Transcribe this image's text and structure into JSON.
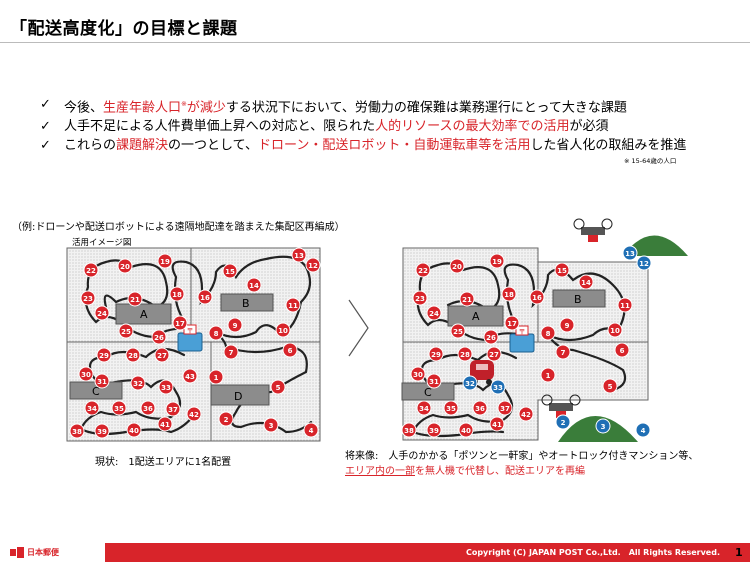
{
  "title": "「配送高度化」の目標と課題",
  "bullets": [
    {
      "check": "✓",
      "parts": [
        {
          "t": "今後、",
          "red": false
        },
        {
          "t": "生産年齢人口",
          "red": true
        },
        {
          "t": "※",
          "red": true,
          "sup": true
        },
        {
          "t": "が減少",
          "red": true
        },
        {
          "t": "する状況下において、労働力の確保難は業務運行にとって大きな課題",
          "red": false
        }
      ]
    },
    {
      "check": "✓",
      "parts": [
        {
          "t": "人手不足による人件費単価上昇への対応と、限られた",
          "red": false
        },
        {
          "t": "人的リソースの最大効率での活用",
          "red": true
        },
        {
          "t": "が必須",
          "red": false
        }
      ]
    },
    {
      "check": "✓",
      "parts": [
        {
          "t": "これらの",
          "red": false
        },
        {
          "t": "課題解決",
          "red": true
        },
        {
          "t": "の一つとして、",
          "red": false
        },
        {
          "t": "ドローン・配送ロボット・自動運転車等を活用",
          "red": true
        },
        {
          "t": "した省人化の取組みを推進",
          "red": false
        }
      ]
    }
  ],
  "note": "※ 15-64歳の人口",
  "example": "（例:ドローンや配送ロボットによる遠隔地配達を踏まえた集配区再編成）",
  "image_label": "活用イメージ図",
  "area_labels": {
    "a": "A",
    "b": "B",
    "c": "C",
    "d": "D"
  },
  "stop_numbers": [
    "1",
    "2",
    "3",
    "4",
    "5",
    "6",
    "7",
    "8",
    "9",
    "10",
    "11",
    "12",
    "13",
    "14",
    "15",
    "16",
    "17",
    "18",
    "19",
    "20",
    "21",
    "22",
    "23",
    "24",
    "25",
    "26",
    "27",
    "28",
    "29",
    "30",
    "31",
    "32",
    "33",
    "34",
    "35",
    "36",
    "37",
    "38",
    "39",
    "40",
    "41",
    "42",
    "43"
  ],
  "post_office_mark": "〒",
  "caption_left": "現状:　1配送エリアに1名配置",
  "caption_right": {
    "line1": "将来像:　人手のかかる「ポツンと一軒家」やオートロック付きマンション等、",
    "line2_red_underline": "エリア内の一部",
    "line2_red": "を無人機で代替し、配送エリアを再編"
  },
  "footer": {
    "logo_text": "日本郵便",
    "copyright": "Copyright (C) JAPAN POST Co.,Ltd.　All Rights Reserved.",
    "page": "1"
  },
  "colors": {
    "accent": "#d8242a",
    "drone_blue": "#1f6fb5",
    "hill": "#3a7d3a"
  }
}
